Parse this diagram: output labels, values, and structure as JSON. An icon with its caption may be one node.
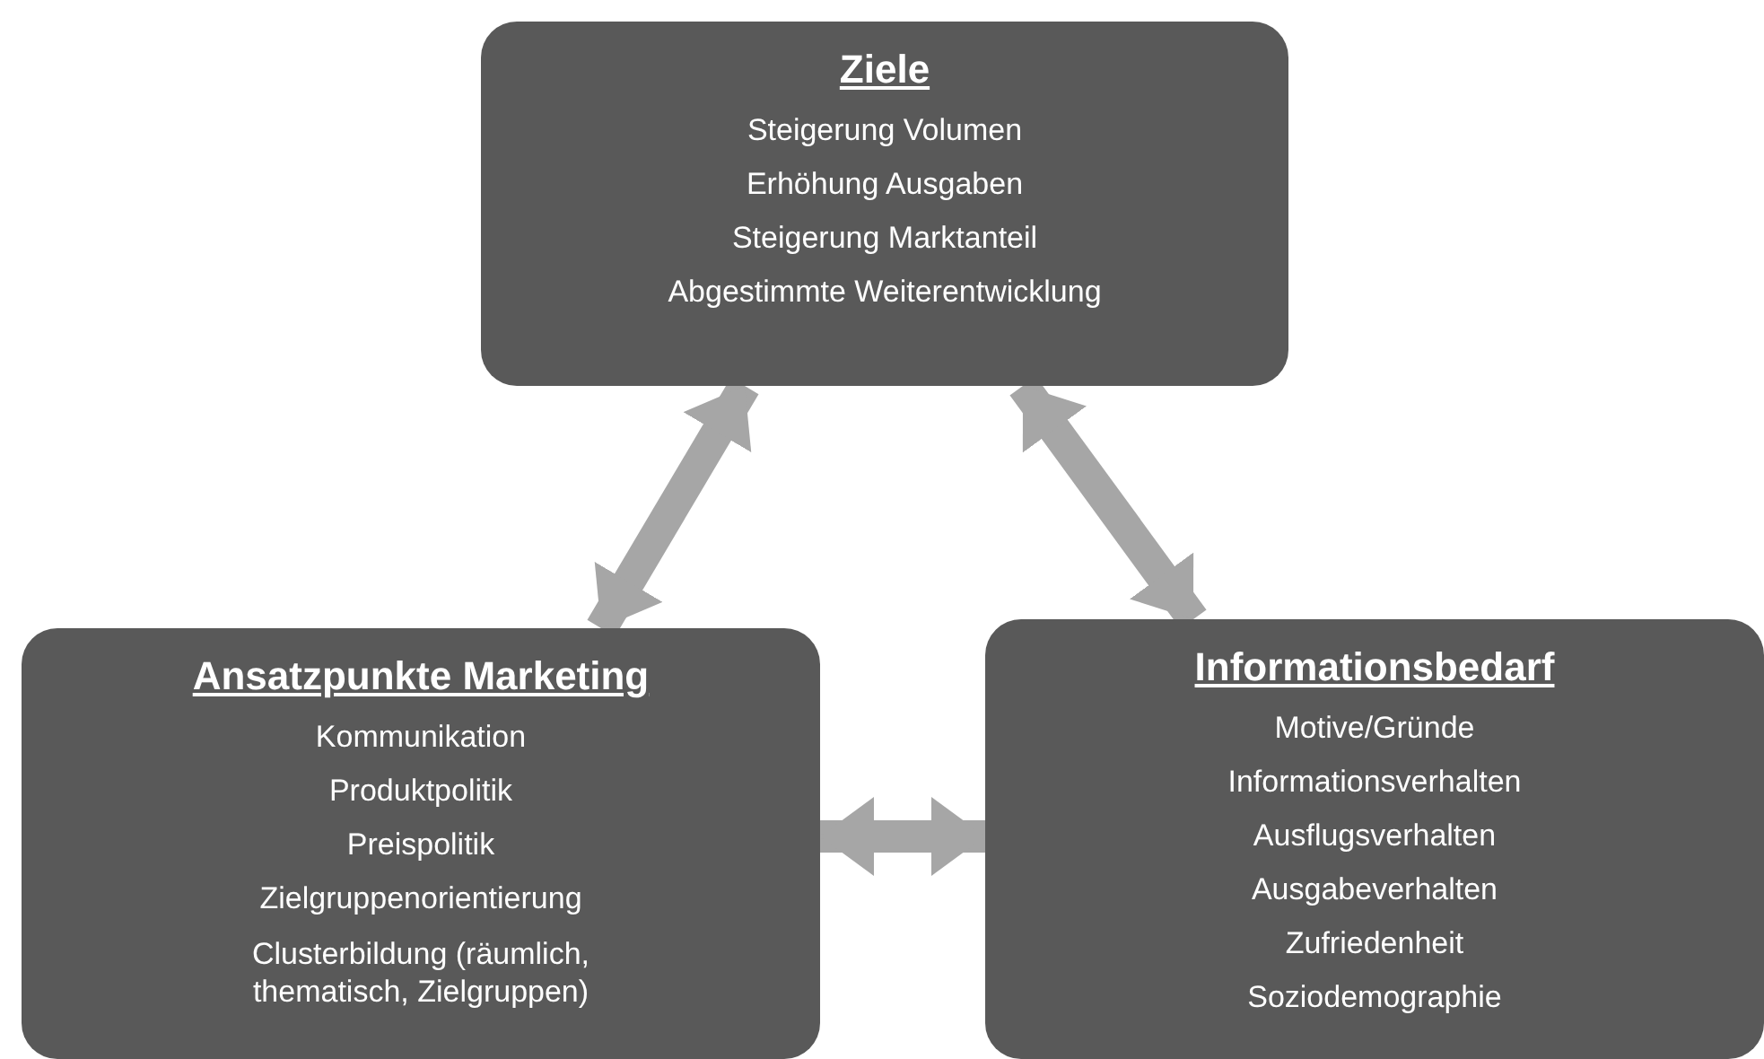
{
  "diagram": {
    "nodes": [
      {
        "text": [
          "Ziele",
          "Steigerung Volumen",
          "Erhöhung Ausgaben",
          "Steigerung Marktanteil",
          "Abgestimmte Weiterentwicklung"
        ]
      },
      {
        "text": [
          "Ansatzpunkte Marketing",
          "Kommunikation",
          "Produktpolitik",
          "Preispolitik",
          "Zielgruppenorientierung",
          "Clusterbildung (räumlich, thematisch, Zielgruppen)"
        ]
      },
      {
        "text": [
          "Informationsbedarf",
          "Motive/Gründe",
          "Informationsverhalten",
          "Ausflugsverhalten",
          "Ausgabeverhalten",
          "Zufriedenheit",
          "Soziodemographie"
        ]
      }
    ],
    "edges": [
      {
        "from": 1,
        "to": 0,
        "arrow": "both"
      },
      {
        "from": 0,
        "to": 2,
        "arrow": "both"
      },
      {
        "from": 1,
        "to": 2,
        "arrow": "both"
      }
    ]
  }
}
